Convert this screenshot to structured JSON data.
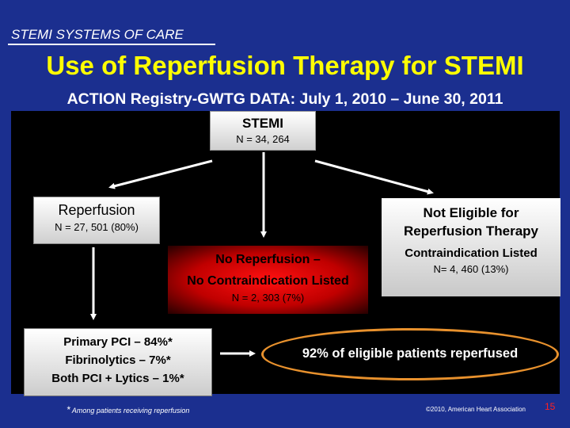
{
  "header": {
    "section_label": "STEMI SYSTEMS OF CARE",
    "title": "Use of Reperfusion Therapy for STEMI",
    "subtitle": "ACTION Registry-GWTG DATA: July 1, 2010 – June 30, 2011"
  },
  "diagram": {
    "stemi": {
      "label": "STEMI",
      "count": "N = 34, 264"
    },
    "reperfusion": {
      "label": "Reperfusion",
      "count": "N = 27, 501 (80%)"
    },
    "no_reperfusion": {
      "label": "No Reperfusion –",
      "sublabel": "No Contraindication Listed",
      "count": "N = 2, 303 (7%)"
    },
    "not_eligible": {
      "line1": "Not Eligible for",
      "line2": "Reperfusion Therapy",
      "line3": "Contraindication Listed",
      "count": "N= 4, 460 (13%)"
    },
    "treatment": {
      "line1": "Primary PCI – 84%*",
      "line2": "Fibrinolytics – 7%*",
      "line3": "Both PCI + Lytics – 1%*"
    },
    "highlight": "92% of eligible patients reperfused"
  },
  "footer": {
    "footnote_marker": "*",
    "footnote": "Among patients receiving reperfusion",
    "copyright": "©2010, American Heart Association",
    "page_number": "15"
  },
  "colors": {
    "background": "#1b2f8f",
    "title": "#ffff00",
    "no_reperfusion_box": "#e00000",
    "highlight_oval": "#e8912d",
    "page_number": "#ff2020"
  }
}
